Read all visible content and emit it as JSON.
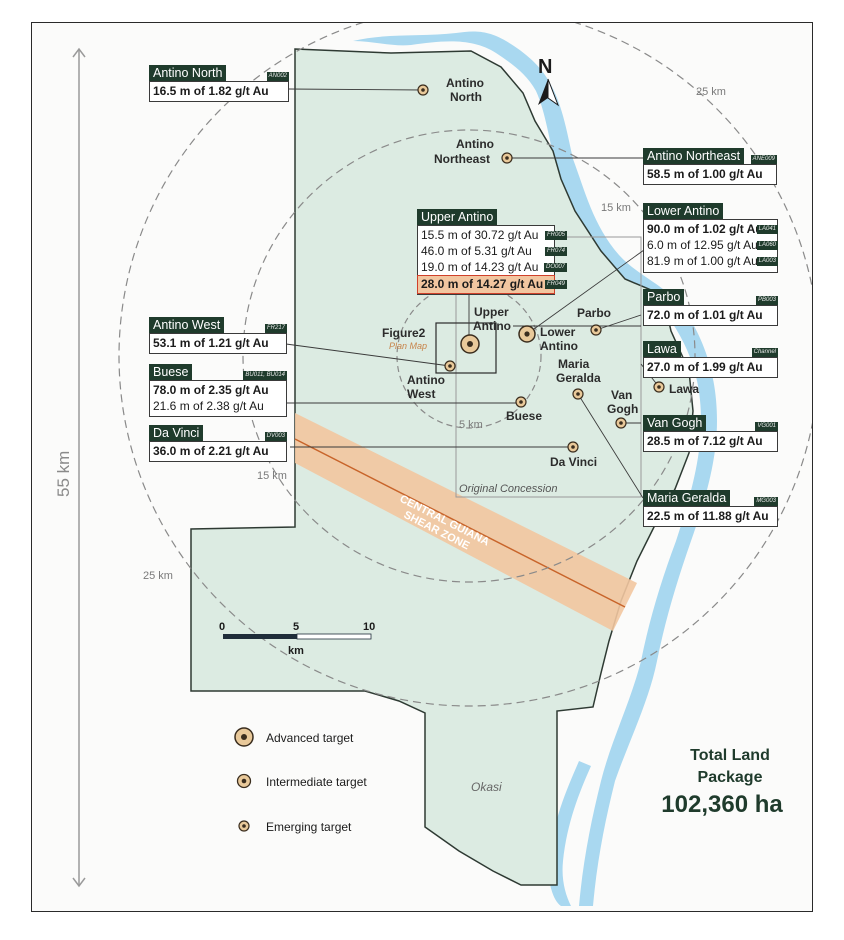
{
  "map": {
    "distance_labels": {
      "km55": "55 km",
      "km25_right": "25 km",
      "km25_left": "25 km",
      "km15_right": "15 km",
      "km15_left": "15 km",
      "km5": "5 km"
    },
    "north_label": "N",
    "shear_zone_label": [
      "CENTRAL GUIANA",
      "SHEAR ZONE"
    ],
    "figure2_label": "Figure2",
    "plan_map_label": "Plan Map",
    "original_concession_label": "Original Concession",
    "okasi_label": "Okasi",
    "colors": {
      "land": "#dcebe2",
      "river": "#a9d8f0",
      "shear_zone": "#f2c6a0",
      "shear_line": "#c8642a",
      "header": "#1f3b2c",
      "highlight": "#d0402a",
      "target_fill": "#e9c99a"
    }
  },
  "targets": [
    {
      "name": "Antino North",
      "label_lines": [
        "Antino",
        "North"
      ],
      "tier": "emerging"
    },
    {
      "name": "Antino Northeast",
      "label_lines": [
        "Antino",
        "Northeast"
      ],
      "tier": "emerging"
    },
    {
      "name": "Upper Antino",
      "label_lines": [
        "Upper",
        "Antino"
      ],
      "tier": "advanced"
    },
    {
      "name": "Lower Antino",
      "label_lines": [
        "Lower",
        "Antino"
      ],
      "tier": "intermediate"
    },
    {
      "name": "Parbo",
      "label_lines": [
        "Parbo"
      ],
      "tier": "emerging"
    },
    {
      "name": "Antino West",
      "label_lines": [
        "Antino",
        "West"
      ],
      "tier": "emerging"
    },
    {
      "name": "Maria Geralda",
      "label_lines": [
        "Maria",
        "Geralda"
      ],
      "tier": "emerging"
    },
    {
      "name": "Buese",
      "label_lines": [
        "Buese"
      ],
      "tier": "emerging"
    },
    {
      "name": "Lawa",
      "label_lines": [
        "Lawa"
      ],
      "tier": "emerging"
    },
    {
      "name": "Van Gogh",
      "label_lines": [
        "Van",
        "Gogh"
      ],
      "tier": "emerging"
    },
    {
      "name": "Da Vinci",
      "label_lines": [
        "Da Vinci"
      ],
      "tier": "emerging"
    }
  ],
  "boxes": {
    "antino_north": {
      "title": "Antino North",
      "codes": [
        "AN002"
      ],
      "lines": [
        "16.5 m of 1.82 g/t Au"
      ]
    },
    "antino_northeast": {
      "title": "Antino Northeast",
      "codes": [
        "ANE009"
      ],
      "lines": [
        "58.5 m of 1.00 g/t Au"
      ]
    },
    "upper_antino": {
      "title": "Upper Antino",
      "codes": [
        "FR005",
        "FR074",
        "DO007",
        "FR049"
      ],
      "lines": [
        "15.5 m of 30.72 g/t Au",
        "46.0 m of 5.31 g/t Au",
        "19.0 m of 14.23 g/t Au",
        "28.0 m of 14.27 g/t Au"
      ]
    },
    "lower_antino": {
      "title": "Lower Antino",
      "codes": [
        "LA041",
        "LA060",
        "LA003"
      ],
      "lines": [
        "90.0 m of 1.02 g/t Au",
        "6.0 m of 12.95 g/t Au",
        "81.9 m of 1.00 g/t Au"
      ]
    },
    "parbo": {
      "title": "Parbo",
      "codes": [
        "PB003"
      ],
      "lines": [
        "72.0 m of 1.01 g/t Au"
      ]
    },
    "lawa": {
      "title": "Lawa",
      "codes": [
        "Channel"
      ],
      "lines": [
        "27.0 m of 1.99 g/t Au"
      ]
    },
    "antino_west": {
      "title": "Antino West",
      "codes": [
        "FR217"
      ],
      "lines": [
        "53.1 m of 1.21 g/t Au"
      ]
    },
    "buese": {
      "title": "Buese",
      "codes": [
        "BU011, BU014"
      ],
      "lines": [
        "78.0 m of 2.35 g/t Au",
        "21.6 m of 2.38 g/t Au"
      ]
    },
    "da_vinci": {
      "title": "Da Vinci",
      "codes": [
        "DV003"
      ],
      "lines": [
        "36.0 m of 2.21 g/t Au"
      ]
    },
    "van_gogh": {
      "title": "Van Gogh",
      "codes": [
        "VG001"
      ],
      "lines": [
        "28.5 m of 7.12 g/t Au"
      ]
    },
    "maria_geralda": {
      "title": "Maria Geralda",
      "codes": [
        "MG003"
      ],
      "lines": [
        "22.5 m of 11.88 g/t Au"
      ]
    }
  },
  "scale_bar": {
    "ticks": [
      "0",
      "5",
      "10"
    ],
    "unit": "km"
  },
  "legend": {
    "advanced": "Advanced target",
    "intermediate": "Intermediate target",
    "emerging": "Emerging target"
  },
  "total": {
    "line1": "Total Land",
    "line2": "Package",
    "value": "102,360 ha"
  }
}
